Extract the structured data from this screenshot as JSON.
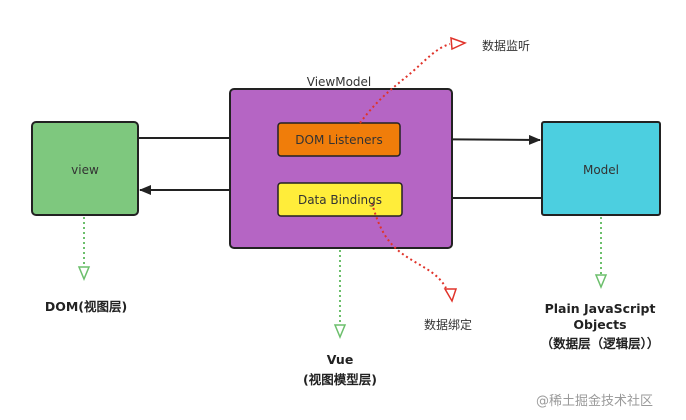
{
  "nodes": {
    "view": "view",
    "model": "Model",
    "viewmodel_title": "ViewModel",
    "dom_listeners": "DOM Listeners",
    "data_bindings": "Data Bindings"
  },
  "annotations": {
    "listen": "数据监听",
    "binding": "数据绑定"
  },
  "captions": {
    "dom": "DOM(视图层)",
    "vue_line1": "Vue",
    "vue_line2": "(视图模型层)",
    "model_line1": "Plain JavaScript",
    "model_line2": "Objects",
    "model_line3": "（数据层（逻辑层））"
  },
  "watermark": "@稀土掘金技术社区",
  "colors": {
    "view_fill": "#7ec87e",
    "viewmodel_fill": "#b565c4",
    "listeners_fill": "#f07d0a",
    "bindings_fill": "#ffed3a",
    "model_fill": "#4ccfe0",
    "stroke": "#222222",
    "green_dotted": "#6cbf6c",
    "red_dotted": "#e0332a"
  }
}
